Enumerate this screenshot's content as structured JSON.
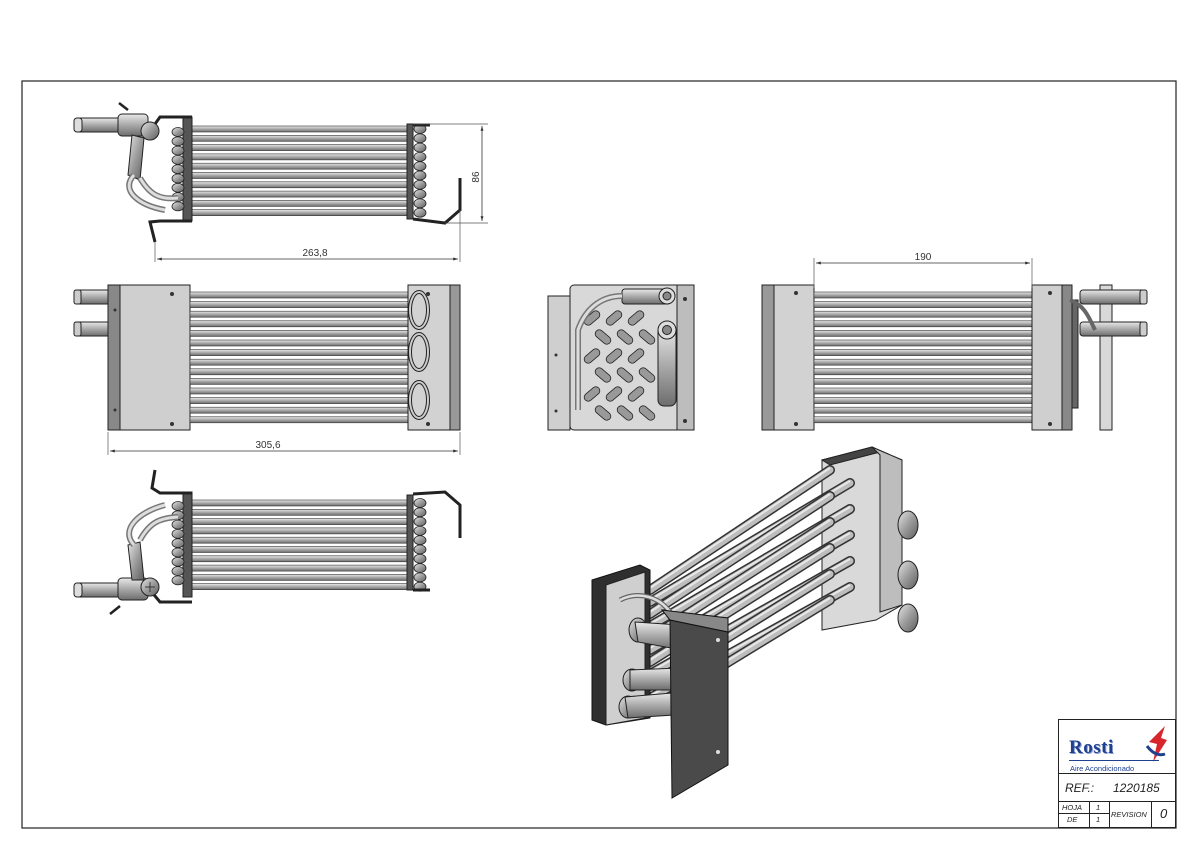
{
  "dimensions": {
    "height_top_view": "86",
    "length_top_view": "263,8",
    "length_front_view": "305,6",
    "length_right_view": "190"
  },
  "title_block": {
    "brand": "Rosti",
    "subtitle": "Aire Acondicionado",
    "ref_label": "REF.:",
    "ref_value": "1220185",
    "sheet_label": "HOJA",
    "sheet_value": "1",
    "of_label": "DE",
    "of_value": "1",
    "revision_label": "REVISION",
    "revision_value": "0"
  },
  "colors": {
    "frame": "#222222",
    "tube_fill": "#b9b9b9",
    "plate_fill": "#cfcfcf",
    "dark_plate": "#4a4a4a",
    "brand_blue": "#1f3f8f",
    "brand_red": "#d8262d"
  },
  "icons": [
    "rosti-logo-icon"
  ]
}
